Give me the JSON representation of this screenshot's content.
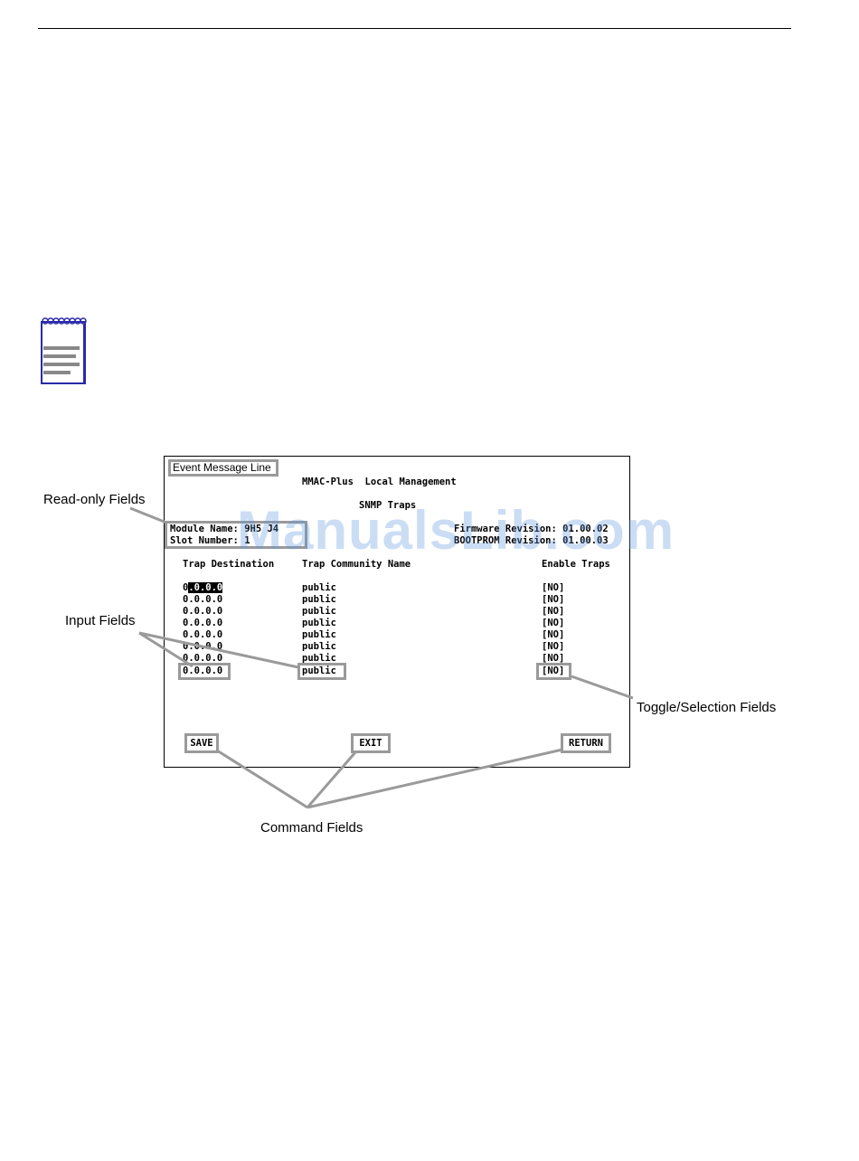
{
  "screen": {
    "event_line": "Event Message Line",
    "title": "MMAC-Plus  Local Management",
    "subtitle": "SNMP Traps",
    "module_name_label": "Module Name:",
    "module_name_value": "9H5 J4",
    "slot_number_label": "Slot Number:",
    "slot_number_value": "1",
    "firmware_label": "Firmware Revision:",
    "firmware_value": "01.00.02",
    "bootprom_label": "BOOTPROM Revision:",
    "bootprom_value": "01.00.03",
    "col_dest": "Trap Destination",
    "col_community": "Trap Community Name",
    "col_enable": "Enable Traps",
    "rows": [
      {
        "dest_first": "0",
        "dest_rest": ".0.0.0",
        "community": "public",
        "enable": "[NO]"
      },
      {
        "dest": "0.0.0.0",
        "community": "public",
        "enable": "[NO]"
      },
      {
        "dest": "0.0.0.0",
        "community": "public",
        "enable": "[NO]"
      },
      {
        "dest": "0.0.0.0",
        "community": "public",
        "enable": "[NO]"
      },
      {
        "dest": "0.0.0.0",
        "community": "public",
        "enable": "[NO]"
      },
      {
        "dest": "0.0.0.0",
        "community": "public",
        "enable": "[NO]"
      },
      {
        "dest": "0.0.0.0",
        "community": "public",
        "enable": "[NO]"
      },
      {
        "dest": "0.0.0.0",
        "community": "public",
        "enable": "[NO]"
      }
    ],
    "save": "SAVE",
    "exit": "EXIT",
    "return": "RETURN"
  },
  "callouts": {
    "read_only": "Read-only Fields",
    "input": "Input Fields",
    "toggle": "Toggle/Selection Fields",
    "command": "Command Fields"
  },
  "watermark": "ManualsLib.com",
  "colors": {
    "callout_box": "#9a9a9a",
    "watermark": "#5a96dc",
    "icon_blue": "#2a2aa8"
  }
}
